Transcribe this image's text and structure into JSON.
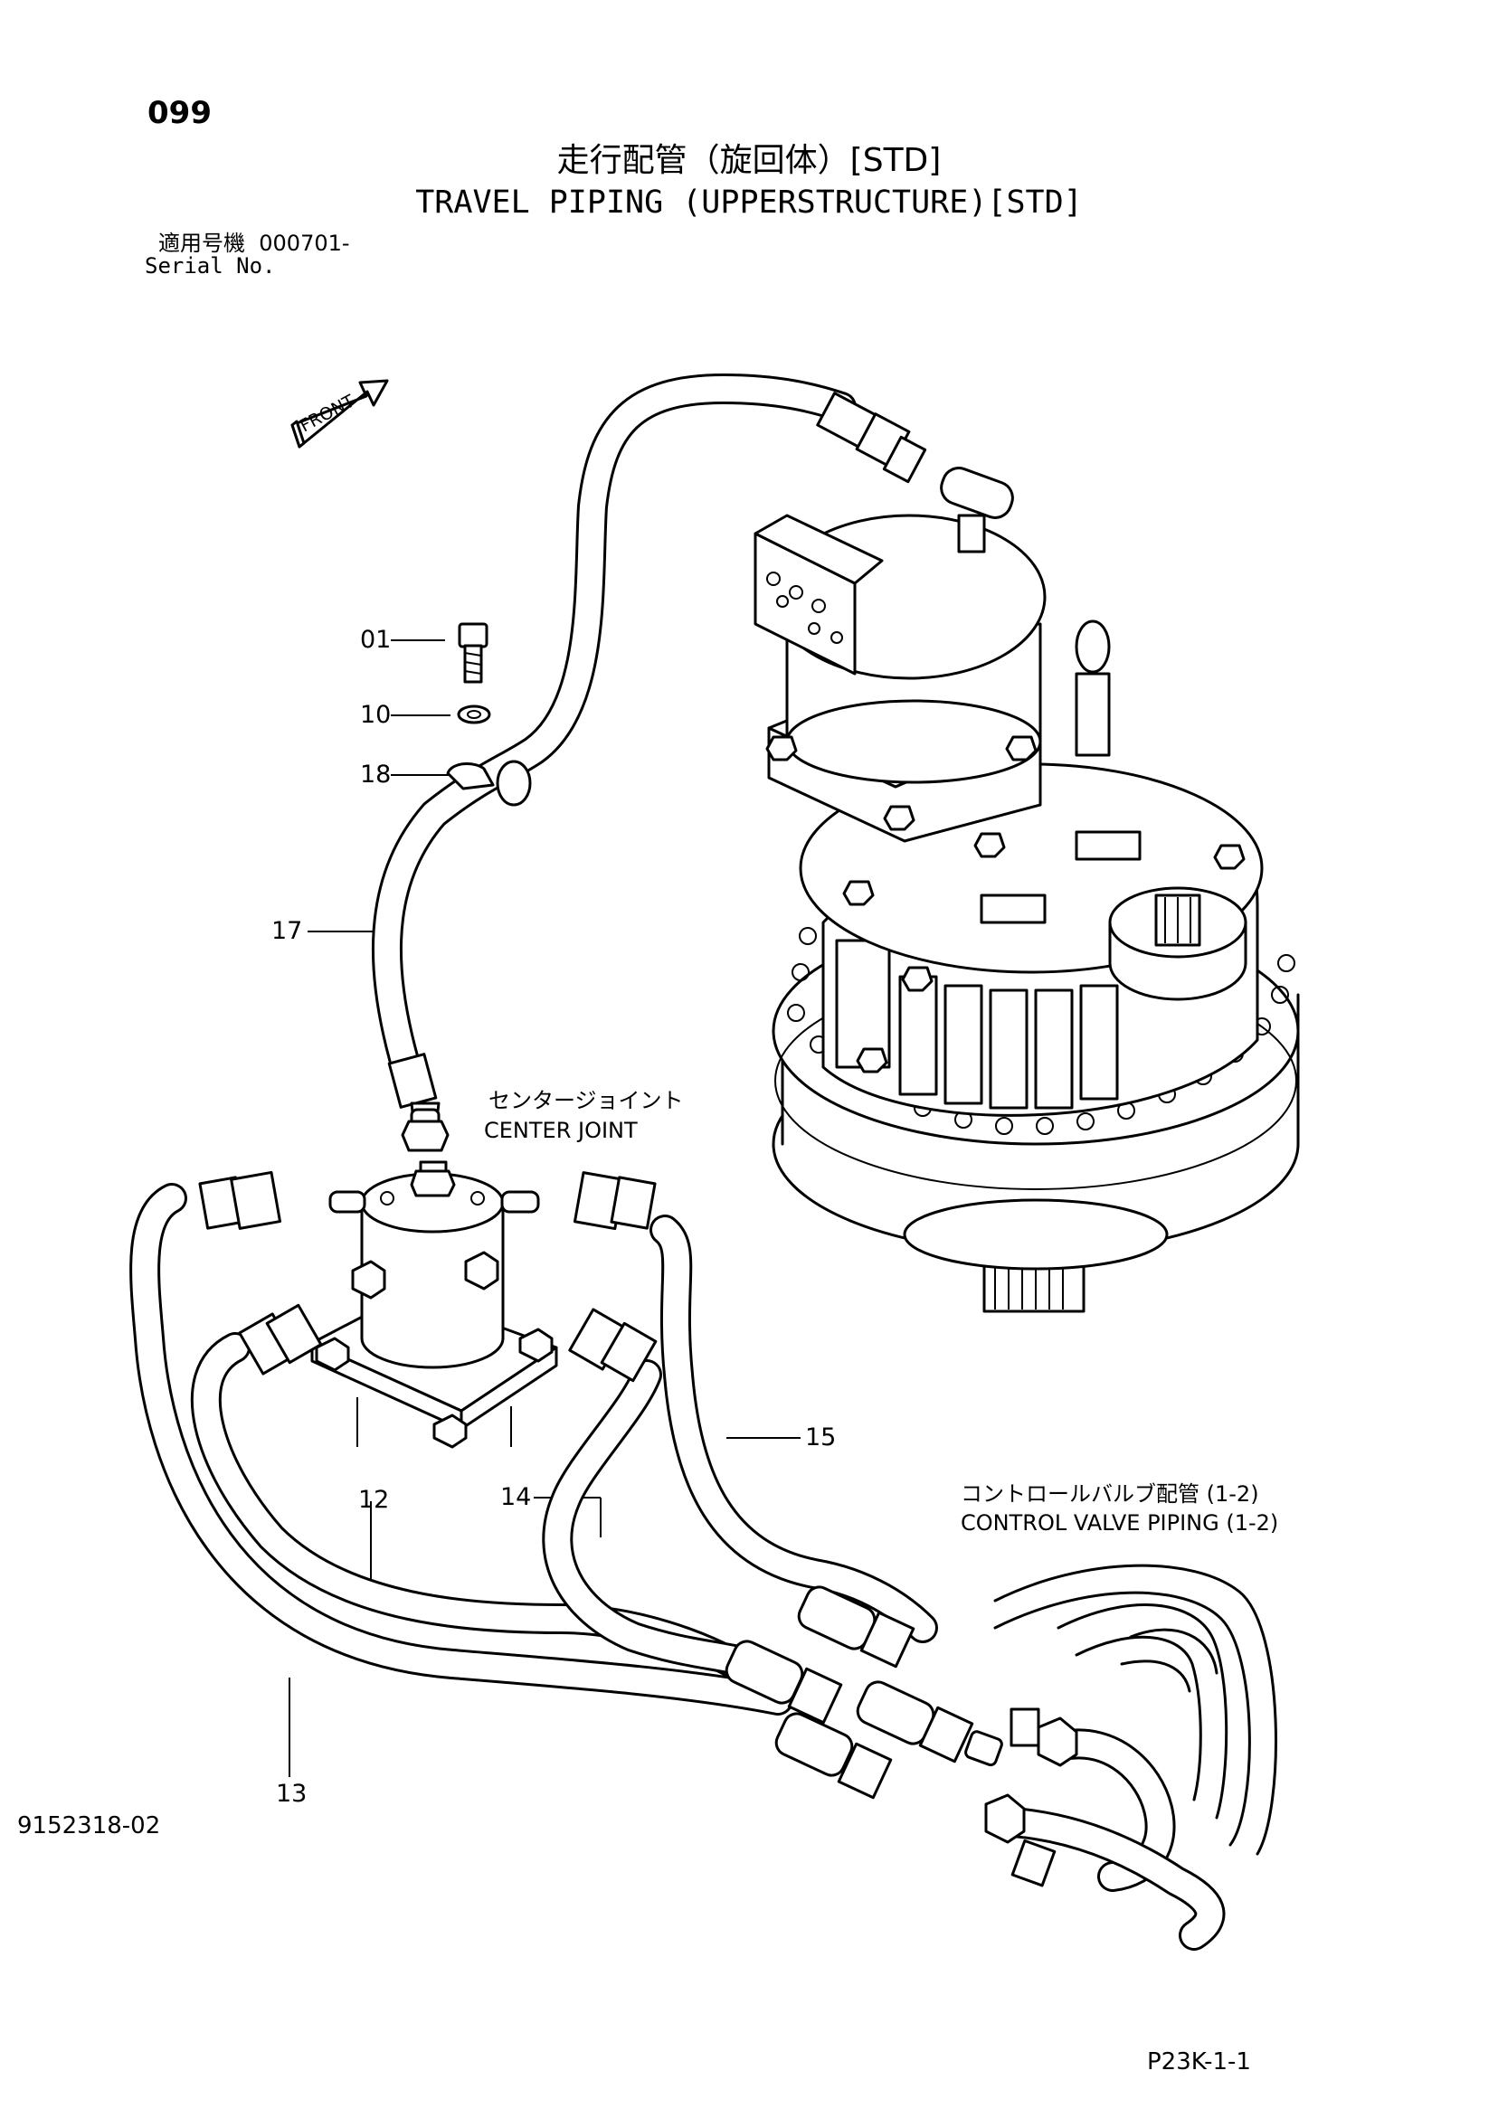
{
  "header": {
    "page_number": "099",
    "title_jp": "走行配管（旋回体）[STD]",
    "title_en": "TRAVEL PIPING (UPPERSTRUCTURE)[STD]",
    "serial_label_jp": "適用号機",
    "serial_value": "000701-",
    "serial_label_en": "Serial No."
  },
  "direction_arrow": {
    "label": "FRONT"
  },
  "part_labels": [
    {
      "id": "01",
      "text": "01"
    },
    {
      "id": "10",
      "text": "10"
    },
    {
      "id": "18",
      "text": "18"
    },
    {
      "id": "17",
      "text": "17"
    },
    {
      "id": "12",
      "text": "12"
    },
    {
      "id": "14",
      "text": "14"
    },
    {
      "id": "15",
      "text": "15"
    },
    {
      "id": "13",
      "text": "13"
    }
  ],
  "callouts": {
    "center_joint_jp": "センタージョイント",
    "center_joint_en": "CENTER JOINT",
    "control_valve_jp": "コントロールバルブ配管 (1-2)",
    "control_valve_en": "CONTROL VALVE PIPING (1-2)"
  },
  "footer": {
    "document_number": "9152318-02",
    "sheet_code": "P23K-1-1"
  }
}
